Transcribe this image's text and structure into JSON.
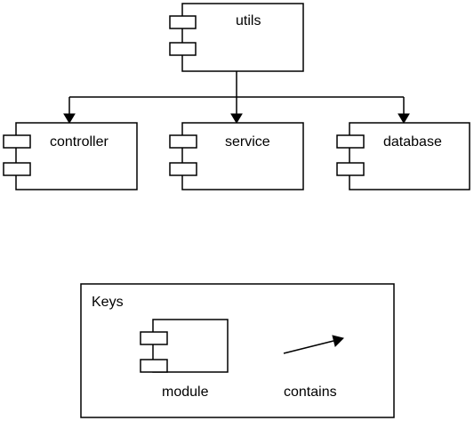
{
  "modules": {
    "utils": "utils",
    "controller": "controller",
    "service": "service",
    "database": "database"
  },
  "keys": {
    "title": "Keys",
    "module_label": "module",
    "contains_label": "contains"
  }
}
